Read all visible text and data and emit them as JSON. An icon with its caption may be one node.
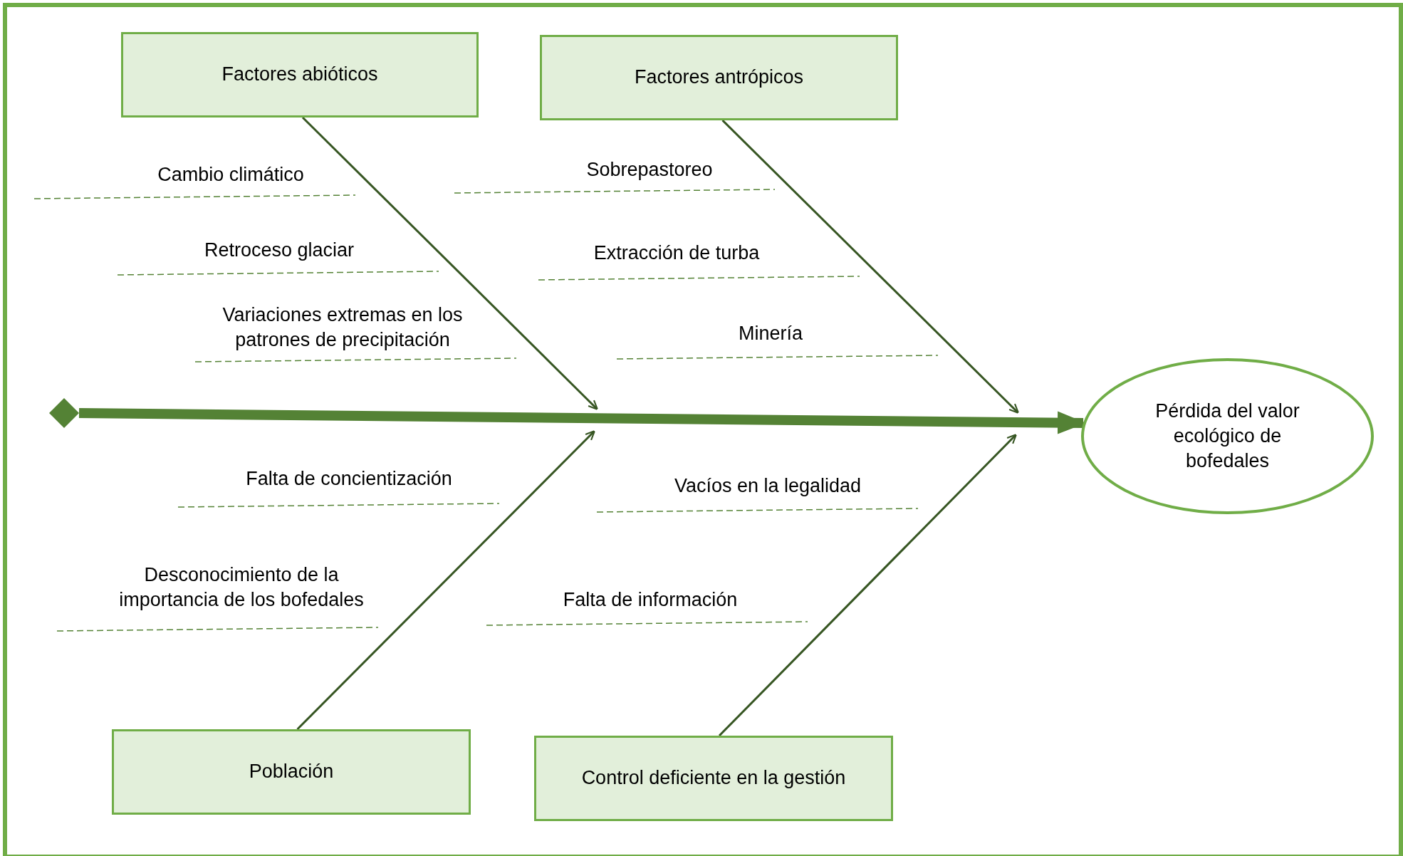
{
  "diagram": {
    "nodes": [
      {
        "text": [
          "Factores abióticos"
        ]
      },
      {
        "text": [
          "Factores antrópicos"
        ]
      },
      {
        "text": [
          "Población"
        ]
      },
      {
        "text": [
          "Control deficiente en la gestión"
        ]
      },
      {
        "text": [
          "Pérdida del valor ecológico de bofedales"
        ]
      },
      {
        "text": [],
        "shape": "diamond"
      }
    ],
    "edges": [
      {
        "from": 5,
        "to": 4,
        "arrow": "to",
        "style": "thick",
        "color": "#548235"
      },
      {
        "from": 0,
        "to": null,
        "arrow": "to"
      },
      {
        "from": 1,
        "to": null,
        "arrow": "to"
      },
      {
        "from": 2,
        "to": null,
        "arrow": "to"
      },
      {
        "from": 3,
        "to": null,
        "arrow": "to"
      }
    ],
    "labels": [
      "Cambio climático",
      "Sobrepastoreo",
      "Retroceso glaciar",
      "Extracción de turba",
      "Variaciones extremas en los patrones de precipitación",
      "Minería",
      "Falta de concientización",
      "Vacíos en la legalidad",
      "Desconocimiento de la importancia de los bofedales",
      "Falta de información"
    ]
  }
}
